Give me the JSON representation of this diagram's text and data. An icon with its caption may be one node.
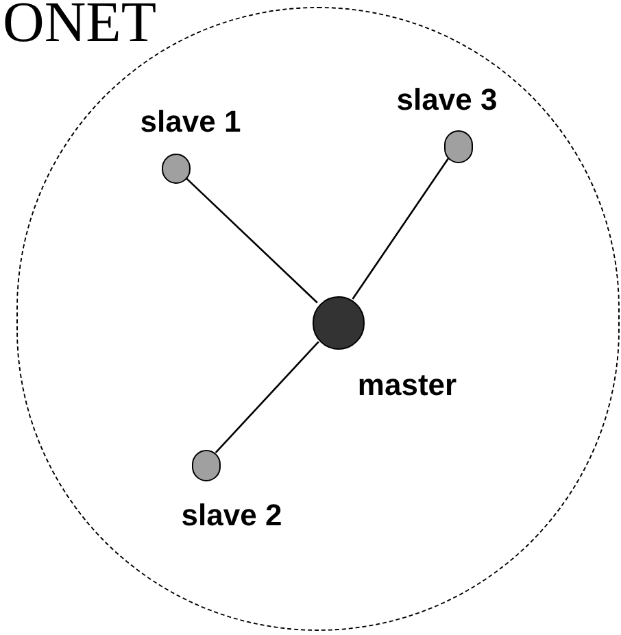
{
  "diagram": {
    "title": "ONET",
    "nodes": [
      {
        "text": [],
        "shape": "circle"
      },
      {
        "text": [],
        "shape": "circle",
        "in": 0,
        "beside": [
          "slave 1"
        ]
      },
      {
        "text": [],
        "shape": "circle",
        "in": 0,
        "beside": [
          "slave 3"
        ]
      },
      {
        "text": [],
        "shape": "circle",
        "in": 0,
        "beside": [
          "master"
        ]
      },
      {
        "text": [],
        "shape": "circle",
        "in": 0,
        "beside": [
          "slave 2"
        ]
      }
    ],
    "edges": [
      {
        "from": 1,
        "to": 3,
        "arrow": "none"
      },
      {
        "from": 2,
        "to": 3,
        "arrow": "none"
      },
      {
        "from": 3,
        "to": 4,
        "arrow": "none"
      }
    ]
  }
}
